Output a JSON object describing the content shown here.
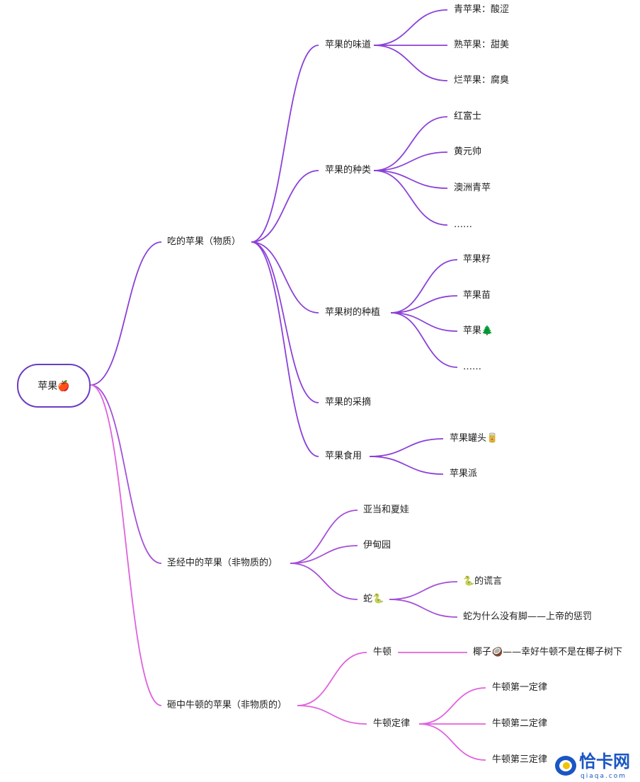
{
  "colors": {
    "branch1": "#8b40d8",
    "branch2": "#a54fd8",
    "branch3": "#e062dd",
    "root_border": "#6b3cc4"
  },
  "root": "苹果🍎",
  "b1": {
    "label": "吃的苹果（物质）",
    "taste": {
      "label": "苹果的味道",
      "items": [
        "青苹果：酸涩",
        "熟苹果：甜美",
        "烂苹果：腐臭"
      ]
    },
    "kinds": {
      "label": "苹果的种类",
      "items": [
        "红富士",
        "黄元帅",
        "澳洲青苹",
        "……"
      ]
    },
    "plant": {
      "label": "苹果树的种植",
      "items": [
        "苹果籽",
        "苹果苗",
        "苹果🌲",
        "……"
      ]
    },
    "pick": {
      "label": "苹果的采摘"
    },
    "eat": {
      "label": "苹果食用",
      "items": [
        "苹果罐头🥫",
        "苹果派"
      ]
    }
  },
  "b2": {
    "label": "圣经中的苹果（非物质的）",
    "items": [
      "亚当和夏娃",
      "伊甸园"
    ],
    "snake": {
      "label": "蛇🐍",
      "items": [
        "🐍的谎言",
        "蛇为什么没有脚——上帝的惩罚"
      ]
    }
  },
  "b3": {
    "label": "砸中牛顿的苹果（非物质的）",
    "newton": {
      "label": "牛顿",
      "items": [
        "椰子🥥——幸好牛顿不是在椰子树下"
      ]
    },
    "laws": {
      "label": "牛顿定律",
      "items": [
        "牛顿第一定律",
        "牛顿第二定律",
        "牛顿第三定律"
      ]
    }
  },
  "watermark": {
    "name": "恰卡网",
    "domain": "qiaqa.com"
  }
}
